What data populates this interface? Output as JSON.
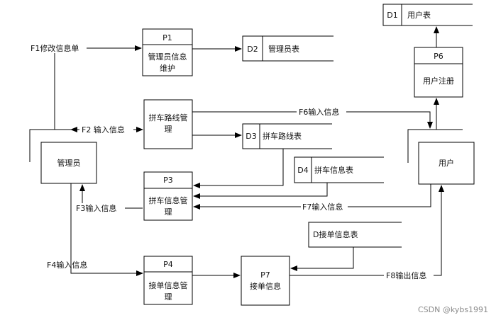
{
  "processes": {
    "p1": {
      "id": "P1",
      "name_line1": "管理员信息",
      "name_line2": "维护"
    },
    "route_mgmt": {
      "name_line1": "拼车路线管",
      "name_line2": "理"
    },
    "p3": {
      "id": "P3",
      "name_line1": "拼车信息管",
      "name_line2": "理"
    },
    "p4": {
      "id": "P4",
      "name_line1": "接单信息管",
      "name_line2": "理"
    },
    "p6": {
      "id": "P6",
      "name": "用户注册"
    },
    "p7": {
      "id": "P7",
      "name": "接单信息"
    }
  },
  "entities": {
    "admin": "管理员",
    "user": "用户"
  },
  "stores": {
    "d1": {
      "id": "D1",
      "name": "用户表"
    },
    "d2": {
      "id": "D2",
      "name": "管理员表"
    },
    "d3": {
      "id": "D3",
      "name": "拼车路线表"
    },
    "d4": {
      "id": "D4",
      "name": "拼车信息表"
    },
    "d_order": {
      "label": "D接单信息表"
    }
  },
  "flows": {
    "f1": "F1修改信息单",
    "f2": "F2 输入信息",
    "f3": "F3输入信息",
    "f4": "F4输入信息",
    "f6": "F6输入信息",
    "f7": "F7输入信息",
    "f8": "F8输出信息"
  },
  "watermark": "CSDN @kybs1991"
}
